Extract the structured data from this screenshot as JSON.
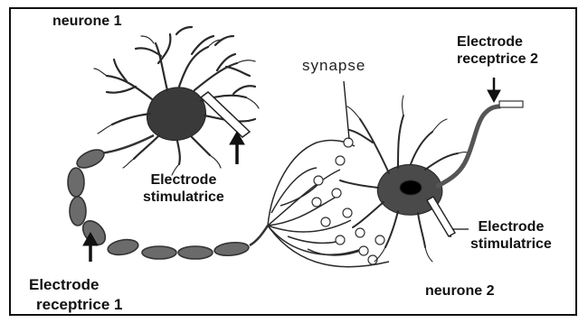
{
  "labels": {
    "neurone1": "neurone 1",
    "neurone2": "neurone 2",
    "synapse": "synapse",
    "electrode_stim_1_line1": "Electrode",
    "electrode_stim_1_line2": "stimulatrice",
    "electrode_stim_2_line1": "Electrode",
    "electrode_stim_2_line2": "stimulatrice",
    "electrode_rec_1_line1": "Electrode",
    "electrode_rec_1_line2": "receptrice 1",
    "electrode_rec_2_line1": "Electrode",
    "electrode_rec_2_line2": "receptrice 2"
  },
  "colors": {
    "ink": "#111111",
    "cell_body": "#3a3a3a",
    "axon": "#555555",
    "background": "#ffffff"
  }
}
